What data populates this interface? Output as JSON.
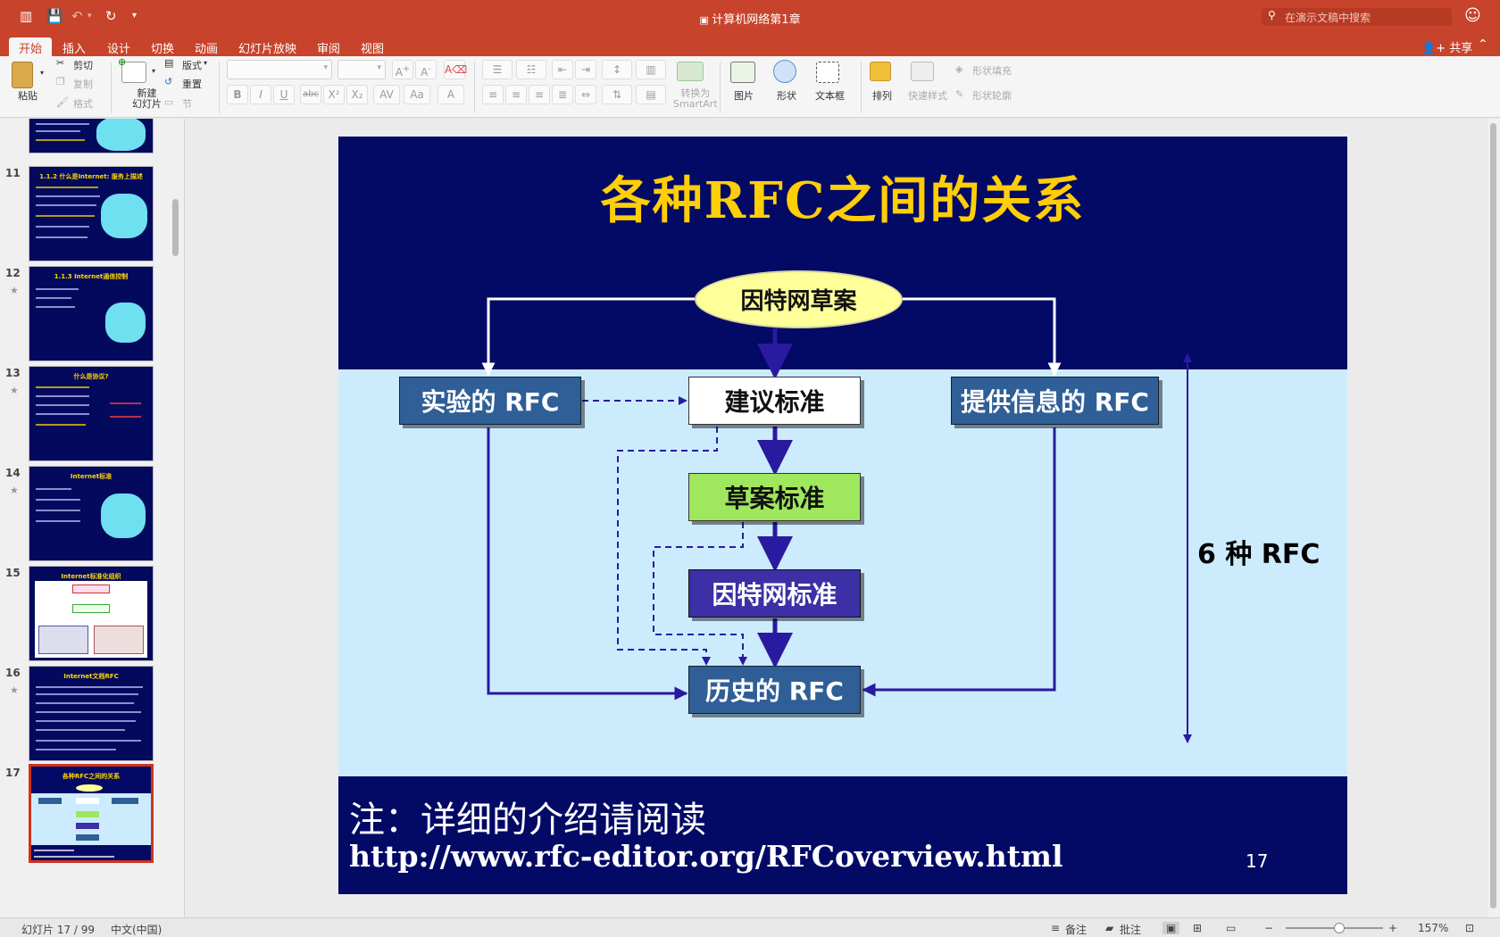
{
  "app": {
    "document_title": "计算机网络第1章",
    "search_placeholder": "在演示文稿中搜索",
    "share_label": "共享"
  },
  "ribbon": {
    "tabs": [
      "开始",
      "插入",
      "设计",
      "切换",
      "动画",
      "幻灯片放映",
      "审阅",
      "视图"
    ],
    "active_tab": "开始",
    "clipboard": {
      "paste": "粘贴",
      "cut": "剪切",
      "copy": "复制",
      "format": "格式"
    },
    "slides": {
      "new_slide": "新建\n幻灯片",
      "layout": "版式",
      "reset": "重置",
      "section": "节"
    },
    "convert_smartart": "转换为\nSmartArt",
    "insert": {
      "picture": "图片",
      "shape": "形状",
      "textbox": "文本框"
    },
    "arrange": "排列",
    "quick_styles": "快速样式",
    "shape_fill": "形状填充",
    "shape_outline": "形状轮廓"
  },
  "thumbnails": [
    {
      "num": "",
      "title": "",
      "starred": false,
      "partial": true
    },
    {
      "num": "11",
      "title": "1.1.2 什么是Internet: 服务上描述",
      "starred": false
    },
    {
      "num": "12",
      "title": "1.1.3 Internet通信控制",
      "starred": true
    },
    {
      "num": "13",
      "title": "什么是协议?",
      "starred": true
    },
    {
      "num": "14",
      "title": "Internet标准",
      "starred": true
    },
    {
      "num": "15",
      "title": "Internet标准化组织",
      "starred": false
    },
    {
      "num": "16",
      "title": "Internet文档RFC",
      "starred": true
    },
    {
      "num": "17",
      "title": "各种RFC之间的关系",
      "starred": false,
      "selected": true
    }
  ],
  "slide": {
    "title": "各种RFC之间的关系",
    "nodes": {
      "internet_draft": "因特网草案",
      "experimental": "实验的 RFC",
      "proposed": "建议标准",
      "informational": "提供信息的 RFC",
      "draft_standard": "草案标准",
      "internet_standard": "因特网标准",
      "historic": "历史的 RFC"
    },
    "side_label": "6 种 RFC",
    "note_line1": "注：详细的介绍请阅读",
    "note_line2": "http://www.rfc-editor.org/RFCoverview.html",
    "page_number": "17"
  },
  "status": {
    "slide_count": "幻灯片 17 / 99",
    "language": "中文(中国)",
    "notes": "备注",
    "comments": "批注",
    "zoom": "157%",
    "zoom_level": 0.55
  },
  "colors": {
    "ribbon": "#c8432b",
    "slide_dark": "#030a66",
    "slide_light": "#ccecfe",
    "title_yellow": "#ffce07"
  }
}
